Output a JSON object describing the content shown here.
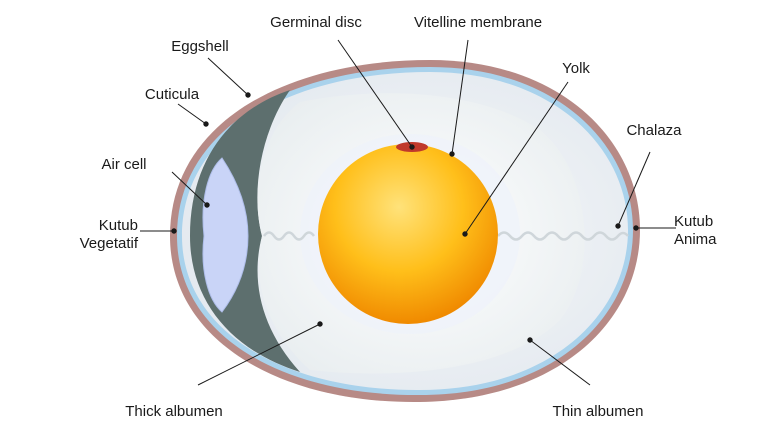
{
  "labels": {
    "germinal_disc": "Germinal disc",
    "vitelline_membrane": "Vitelline membrane",
    "eggshell": "Eggshell",
    "yolk": "Yolk",
    "cuticula": "Cuticula",
    "chalaza": "Chalaza",
    "air_cell": "Air cell",
    "kutub_vegetatif": "Kutub\nVegetatif",
    "kutub_anima": "Kutub\nAnima",
    "thick_albumen": "Thick albumen",
    "thin_albumen": "Thin albumen"
  },
  "colors": {
    "shell": "#b78a86",
    "shell_membrane": "#9ec9e6",
    "air_cell": "#c9d4f7",
    "thick_albumen_shadow": "#5d6f6e",
    "albumen": "#f4f6f7",
    "yolk_outer": "#f6a800",
    "yolk_inner": "#ffd34a",
    "germinal_disc": "#c0392b"
  }
}
